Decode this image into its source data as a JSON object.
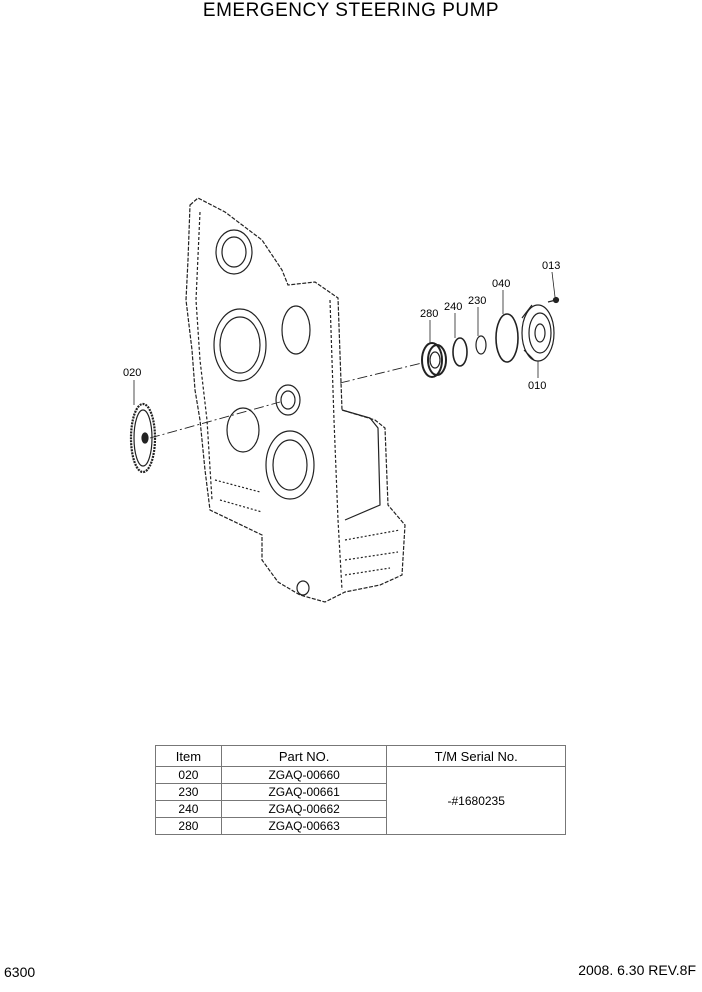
{
  "title": "EMERGENCY STEERING PUMP",
  "callouts": {
    "c020": "020",
    "c280": "280",
    "c240": "240",
    "c230": "230",
    "c040": "040",
    "c013": "013",
    "c010": "010"
  },
  "table": {
    "headers": [
      "Item",
      "Part NO.",
      "T/M Serial No."
    ],
    "rows": [
      {
        "item": "020",
        "part": "ZGAQ-00660"
      },
      {
        "item": "230",
        "part": "ZGAQ-00661"
      },
      {
        "item": "240",
        "part": "ZGAQ-00662"
      },
      {
        "item": "280",
        "part": "ZGAQ-00663"
      }
    ],
    "serial": "-#1680235"
  },
  "footer": {
    "page": "6300",
    "date_rev": "2008. 6.30  REV.8F"
  }
}
